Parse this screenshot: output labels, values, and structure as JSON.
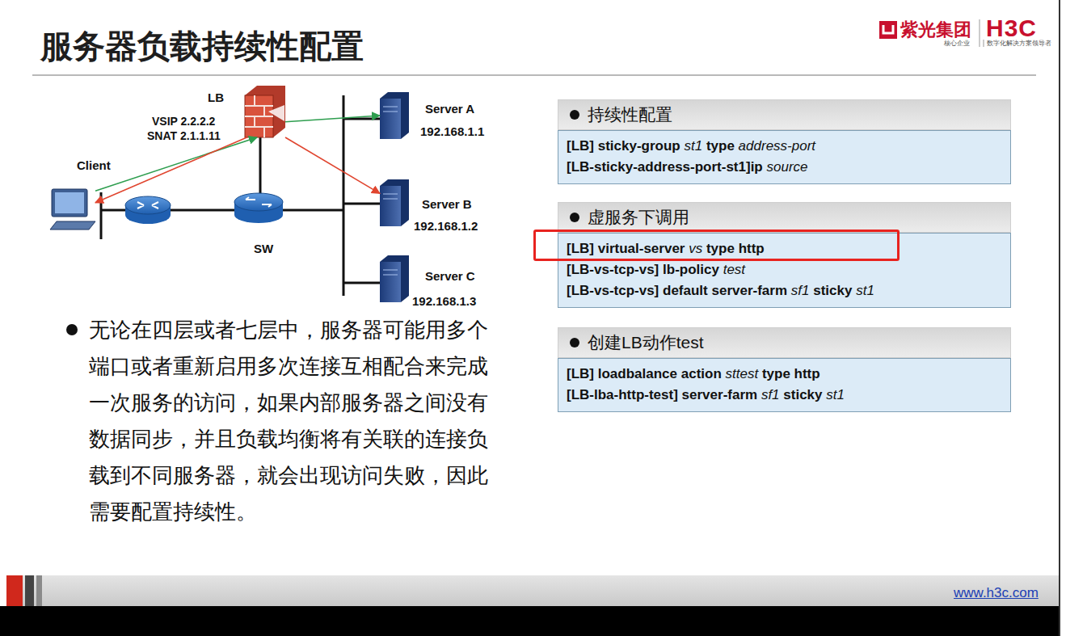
{
  "diagram": {
    "title": "服务器负载持续性配置",
    "nodes": [
      {
        "text": [
          "LB"
        ]
      },
      {
        "text": [
          "Client"
        ]
      },
      {
        "text": [
          "SW"
        ]
      },
      {
        "text": [
          "Server A",
          "192.168.1.1"
        ]
      },
      {
        "text": [
          "Server B",
          "192.168.1.2"
        ]
      },
      {
        "text": [
          "Server C",
          "192.168.1.3"
        ]
      },
      {
        "text": [
          "持续性配置",
          "[LB] sticky-group st1 type address-port",
          "[LB-sticky-address-port-st1]ip source"
        ]
      },
      {
        "text": [
          "虚服务下调用",
          "[LB] virtual-server vs type http",
          "[LB-vs-tcp-vs] lb-policy test",
          "[LB-vs-tcp-vs] default server-farm sf1 sticky st1"
        ]
      },
      {
        "text": [
          "创建LB动作test",
          "[LB] loadbalance action sttest type http",
          "[LB-lba-http-test] server-farm sf1 sticky st1"
        ]
      }
    ],
    "edges": [
      {
        "from": 1,
        "to": 0,
        "arrow": "to"
      },
      {
        "from": 0,
        "to": 3,
        "arrow": "to"
      },
      {
        "from": 0,
        "to": 4,
        "arrow": "to"
      },
      {
        "from": 0,
        "to": 1,
        "arrow": "to"
      }
    ],
    "labels": [
      "VSIP 2.2.2.2",
      "SNAT 2.1.1.11",
      "紫光集团",
      "H3C",
      "核心企业",
      "数字化解决方案领导者",
      "无论在四层或者七层中，服务器可能用多个端口或者重新启用多次连接互相配合来完成一次服务的访问，如果内部服务器之间没有数据同步，并且负载均衡将有关联的连接负载到不同服务器，就会出现访问失败，因此需要配置持续性。",
      "www.h3c.com"
    ]
  }
}
